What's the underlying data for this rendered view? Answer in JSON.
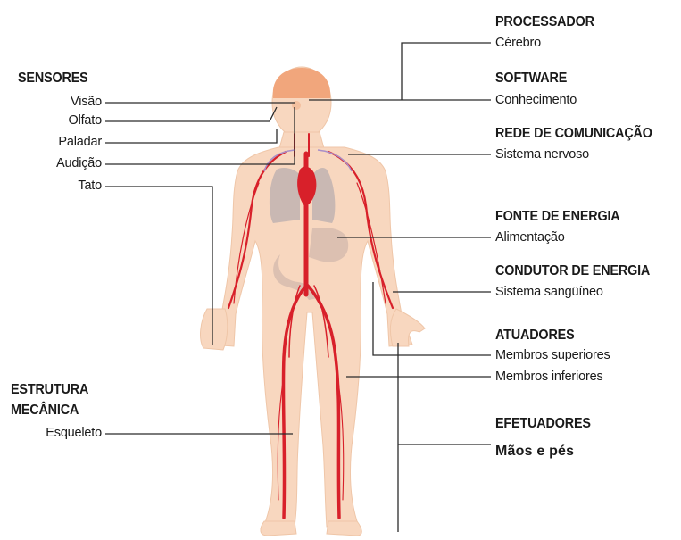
{
  "left": {
    "sensores": {
      "title": "SENSORES",
      "items": [
        "Visão",
        "Olfato",
        "Paladar",
        "Audição",
        "Tato"
      ]
    },
    "estrutura": {
      "title_line1": "ESTRUTURA",
      "title_line2": "MECÂNICA",
      "item": "Esqueleto"
    }
  },
  "right": {
    "processador": {
      "title": "PROCESSADOR",
      "item": "Cérebro"
    },
    "software": {
      "title": "SOFTWARE",
      "item": "Conhecimento"
    },
    "rede": {
      "title": "REDE DE COMUNICAÇÃO",
      "item": "Sistema nervoso"
    },
    "fonte": {
      "title": "FONTE DE ENERGIA",
      "item": "Alimentação"
    },
    "condutor": {
      "title": "CONDUTOR DE ENERGIA",
      "item": "Sistema sangüíneo"
    },
    "atuadores": {
      "title": "ATUADORES",
      "items": [
        "Membros superiores",
        "Membros inferiores"
      ]
    },
    "efetuadores": {
      "title": "EFETUADORES",
      "item": "Mãos e pés"
    }
  },
  "colors": {
    "skin": "#f8d7bf",
    "skin_edge": "#eec2a2",
    "brain": "#f1a67c",
    "blood": "#d8202a",
    "lungs": "#c9b8b3",
    "digestive": "#dcc0b1",
    "leader_line": "#2b2b2b"
  }
}
